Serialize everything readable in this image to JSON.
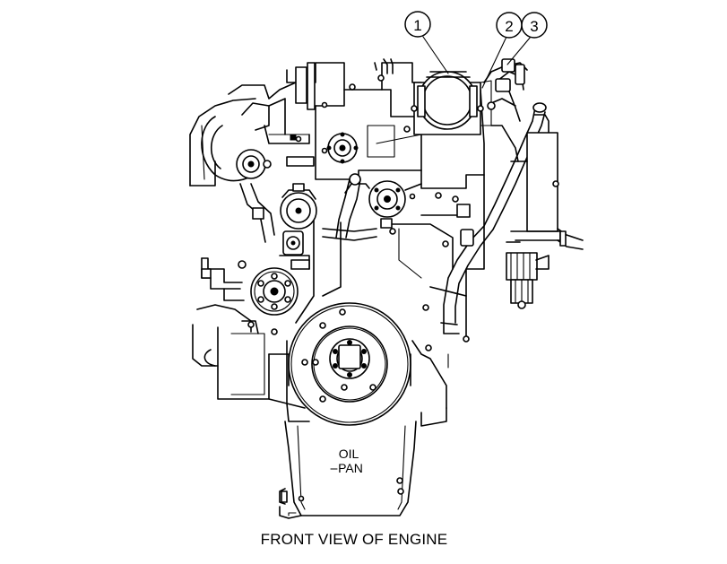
{
  "caption": "FRONT VIEW OF ENGINE",
  "oil_pan": {
    "line1": "OIL",
    "line2": "PAN"
  },
  "callouts": [
    "1",
    "2",
    "3"
  ],
  "colors": {
    "line": "#000000",
    "background": "#ffffff"
  }
}
